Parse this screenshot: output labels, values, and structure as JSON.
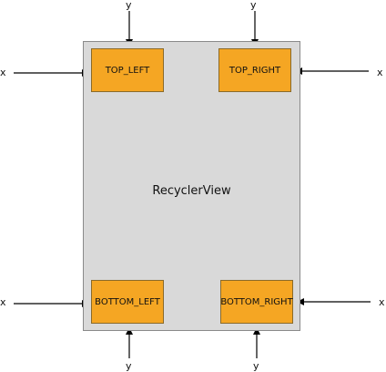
{
  "recycler_view": {
    "label": "RecyclerView"
  },
  "items": {
    "top_left": "TOP_LEFT",
    "top_right": "TOP_RIGHT",
    "bottom_left": "BOTTOM_LEFT",
    "bottom_right": "BOTTOM_RIGHT"
  },
  "axis_labels": {
    "x": "x",
    "y": "y"
  },
  "colors": {
    "container_fill": "#d9d9d9",
    "item_fill": "#f5a623",
    "arrow": "#000000"
  }
}
